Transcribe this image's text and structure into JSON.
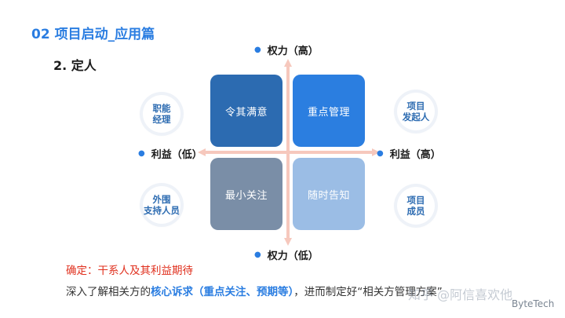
{
  "header": {
    "section_title": "02 项目启动_应用篇",
    "sub_title": "2. 定人"
  },
  "matrix": {
    "quadrants": {
      "top_left": "令其满意",
      "top_right": "重点管理",
      "bottom_left": "最小关注",
      "bottom_right": "随时告知"
    },
    "axis_labels": {
      "top": "权力（高）",
      "bottom": "权力（低）",
      "left": "利益（低）",
      "right": "利益（高）"
    },
    "stakeholders": {
      "top_left_line1": "职能",
      "top_left_line2": "经理",
      "top_right_line1": "项目",
      "top_right_line2": "发起人",
      "bottom_left_line1": "外围",
      "bottom_left_line2": "支持人员",
      "bottom_right_line1": "项目",
      "bottom_right_line2": "成员"
    },
    "colors": {
      "top_left": "#2c6bb1",
      "top_right": "#2b7ee0",
      "bottom_left": "#7a8ea7",
      "bottom_right": "#9bbde5",
      "axis": "#f6c8bd"
    }
  },
  "footer": {
    "confirm": "确定：干系人及其利益期待",
    "desc_prefix": "深入了解相关方的",
    "desc_highlight": "核心诉求（重点关注、预期等）",
    "desc_suffix": "，进而制定好“相关方管理方案”",
    "watermark": "知乎 @阿信喜欢他",
    "brand": "ByteTech"
  }
}
